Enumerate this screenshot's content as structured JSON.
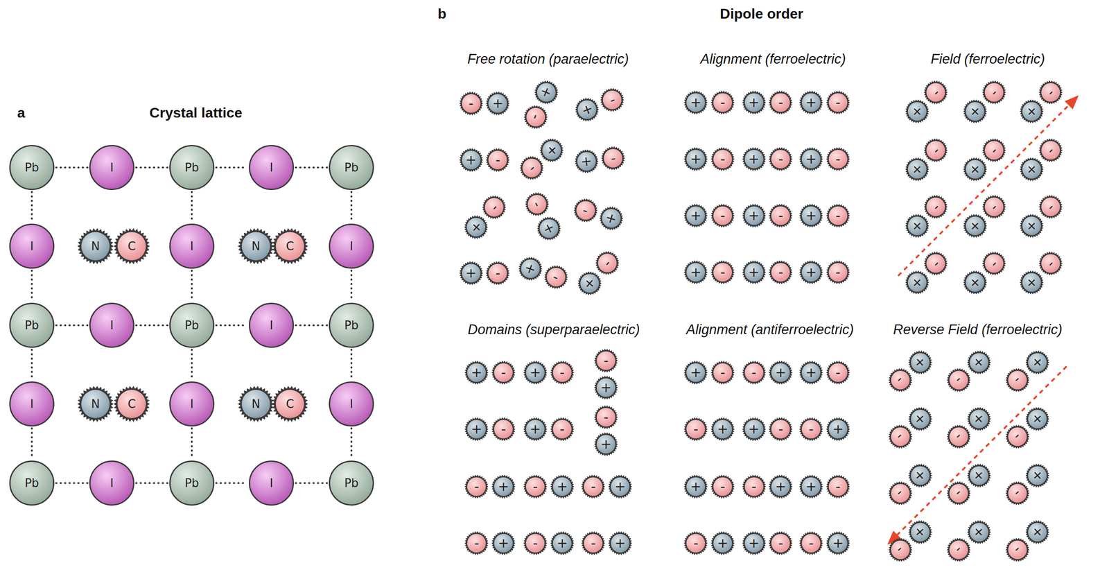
{
  "diagram": {
    "nodes": [
      {
        "text": [
          "Pb"
        ]
      },
      {
        "text": [
          "I"
        ]
      },
      {
        "text": [
          "Pb"
        ]
      },
      {
        "text": [
          "I"
        ]
      },
      {
        "text": [
          "Pb"
        ]
      },
      {
        "text": [
          "I"
        ]
      },
      {
        "text": [
          "N"
        ]
      },
      {
        "text": [
          "C"
        ]
      },
      {
        "text": [
          "I"
        ]
      },
      {
        "text": [
          "N"
        ]
      },
      {
        "text": [
          "C"
        ]
      },
      {
        "text": [
          "I"
        ]
      },
      {
        "text": [
          "Pb"
        ]
      },
      {
        "text": [
          "I"
        ]
      },
      {
        "text": [
          "Pb"
        ]
      },
      {
        "text": [
          "I"
        ]
      },
      {
        "text": [
          "Pb"
        ]
      },
      {
        "text": [
          "I"
        ]
      },
      {
        "text": [
          "N"
        ]
      },
      {
        "text": [
          "C"
        ]
      },
      {
        "text": [
          "I"
        ]
      },
      {
        "text": [
          "N"
        ]
      },
      {
        "text": [
          "C"
        ]
      },
      {
        "text": [
          "I"
        ]
      },
      {
        "text": [
          "Pb"
        ]
      },
      {
        "text": [
          "I"
        ]
      },
      {
        "text": [
          "Pb"
        ]
      },
      {
        "text": [
          "I"
        ]
      },
      {
        "text": [
          "Pb"
        ]
      },
      {
        "text": [
          "-"
        ]
      },
      {
        "text": [
          "+"
        ]
      },
      {
        "text": [
          "+"
        ]
      },
      {
        "text": [
          "-"
        ]
      },
      {
        "text": [
          "+"
        ]
      },
      {
        "text": [
          "-"
        ]
      },
      {
        "text": [
          "+"
        ]
      },
      {
        "text": [
          "-"
        ]
      },
      {
        "text": [
          "-"
        ]
      },
      {
        "text": [
          "+"
        ]
      },
      {
        "text": [
          "+"
        ]
      },
      {
        "text": [
          "-"
        ]
      },
      {
        "text": [
          "+"
        ]
      },
      {
        "text": [
          "-"
        ]
      },
      {
        "text": [
          "-"
        ]
      },
      {
        "text": [
          "+"
        ]
      },
      {
        "text": [
          "-"
        ]
      },
      {
        "text": [
          "+"
        ]
      },
      {
        "text": [
          "+"
        ]
      },
      {
        "text": [
          "-"
        ]
      },
      {
        "text": [
          "+"
        ]
      },
      {
        "text": [
          "-"
        ]
      },
      {
        "text": [
          "+"
        ]
      },
      {
        "text": [
          "-"
        ]
      },
      {
        "text": [
          "+"
        ]
      },
      {
        "text": [
          "-"
        ]
      },
      {
        "text": [
          "+"
        ]
      },
      {
        "text": [
          "-"
        ]
      },
      {
        "text": [
          "+"
        ]
      },
      {
        "text": [
          "-"
        ]
      },
      {
        "text": [
          "+"
        ]
      },
      {
        "text": [
          "-"
        ]
      },
      {
        "text": [
          "+"
        ]
      },
      {
        "text": [
          "-"
        ]
      },
      {
        "text": [
          "+"
        ]
      },
      {
        "text": [
          "-"
        ]
      },
      {
        "text": [
          "+"
        ]
      },
      {
        "text": [
          "-"
        ]
      },
      {
        "text": [
          "+"
        ]
      },
      {
        "text": [
          "-"
        ]
      },
      {
        "text": [
          "+"
        ]
      },
      {
        "text": [
          "-"
        ]
      },
      {
        "text": [
          "+"
        ]
      },
      {
        "text": [
          "-"
        ]
      },
      {
        "text": [
          "+"
        ]
      },
      {
        "text": [
          "-"
        ]
      },
      {
        "text": [
          "+"
        ]
      },
      {
        "text": [
          "-"
        ]
      },
      {
        "text": [
          "+"
        ]
      },
      {
        "text": [
          "-"
        ]
      },
      {
        "text": [
          "+"
        ]
      },
      {
        "text": [
          "-"
        ]
      },
      {
        "text": [
          "+"
        ]
      },
      {
        "text": [
          "-"
        ]
      },
      {
        "text": [
          "+"
        ]
      },
      {
        "text": [
          "-"
        ]
      },
      {
        "text": [
          "+"
        ]
      },
      {
        "text": [
          "-"
        ]
      },
      {
        "text": [
          "+"
        ]
      },
      {
        "text": [
          "-"
        ]
      },
      {
        "text": [
          "+"
        ]
      },
      {
        "text": [
          "-"
        ]
      },
      {
        "text": [
          "+"
        ]
      },
      {
        "text": [
          "-"
        ]
      },
      {
        "text": [
          "+"
        ]
      },
      {
        "text": [
          "-"
        ]
      },
      {
        "text": [
          "+"
        ]
      },
      {
        "text": [
          "-"
        ]
      },
      {
        "text": [
          "+"
        ]
      },
      {
        "text": [
          "-"
        ]
      },
      {
        "text": [
          "+"
        ]
      },
      {
        "text": [
          "-"
        ]
      },
      {
        "text": [
          "+"
        ]
      },
      {
        "text": [
          "-"
        ]
      },
      {
        "text": [
          "+"
        ]
      },
      {
        "text": [
          "-"
        ]
      },
      {
        "text": [
          "-"
        ]
      },
      {
        "text": [
          "+"
        ]
      },
      {
        "text": [
          "+"
        ]
      },
      {
        "text": [
          "-"
        ]
      },
      {
        "text": [
          "+"
        ]
      },
      {
        "text": [
          "-"
        ]
      },
      {
        "text": [
          "-"
        ]
      },
      {
        "text": [
          "+"
        ]
      },
      {
        "text": [
          "-"
        ]
      },
      {
        "text": [
          "+"
        ]
      },
      {
        "text": [
          "-"
        ]
      },
      {
        "text": [
          "+"
        ]
      },
      {
        "text": [
          "-"
        ]
      },
      {
        "text": [
          "+"
        ]
      },
      {
        "text": [
          "-"
        ]
      },
      {
        "text": [
          "+"
        ]
      },
      {
        "text": [
          "-"
        ]
      },
      {
        "text": [
          "+"
        ]
      },
      {
        "text": [
          "-"
        ]
      },
      {
        "text": [
          "+"
        ]
      },
      {
        "text": [
          "+"
        ]
      },
      {
        "text": [
          "-"
        ]
      },
      {
        "text": [
          "-"
        ]
      },
      {
        "text": [
          "+"
        ]
      },
      {
        "text": [
          "+"
        ]
      },
      {
        "text": [
          "-"
        ]
      },
      {
        "text": [
          "-"
        ]
      },
      {
        "text": [
          "+"
        ]
      },
      {
        "text": [
          "+"
        ]
      },
      {
        "text": [
          "-"
        ]
      },
      {
        "text": [
          "-"
        ]
      },
      {
        "text": [
          "+"
        ]
      },
      {
        "text": [
          "+"
        ]
      },
      {
        "text": [
          "-"
        ]
      },
      {
        "text": [
          "-"
        ]
      },
      {
        "text": [
          "+"
        ]
      },
      {
        "text": [
          "+"
        ]
      },
      {
        "text": [
          "-"
        ]
      },
      {
        "text": [
          "-"
        ]
      },
      {
        "text": [
          "+"
        ]
      },
      {
        "text": [
          "+"
        ]
      },
      {
        "text": [
          "-"
        ]
      },
      {
        "text": [
          "-"
        ]
      },
      {
        "text": [
          "+"
        ]
      },
      {
        "text": [
          "+"
        ]
      },
      {
        "text": [
          "-"
        ]
      },
      {
        "text": [
          "+"
        ]
      },
      {
        "text": [
          "-"
        ]
      },
      {
        "text": [
          "+"
        ]
      },
      {
        "text": [
          "-"
        ]
      },
      {
        "text": [
          "+"
        ]
      },
      {
        "text": [
          "-"
        ]
      },
      {
        "text": [
          "+"
        ]
      },
      {
        "text": [
          "-"
        ]
      },
      {
        "text": [
          "+"
        ]
      },
      {
        "text": [
          "-"
        ]
      },
      {
        "text": [
          "+"
        ]
      },
      {
        "text": [
          "-"
        ]
      },
      {
        "text": [
          "+"
        ]
      },
      {
        "text": [
          "-"
        ]
      },
      {
        "text": [
          "+"
        ]
      },
      {
        "text": [
          "-"
        ]
      },
      {
        "text": [
          "+"
        ]
      },
      {
        "text": [
          "-"
        ]
      },
      {
        "text": [
          "+"
        ]
      },
      {
        "text": [
          "-"
        ]
      },
      {
        "text": [
          "+"
        ]
      },
      {
        "text": [
          "-"
        ]
      }
    ],
    "edges": [
      {
        "from": 0,
        "to": 1,
        "arrow": "none"
      },
      {
        "from": 1,
        "to": 2,
        "arrow": "none"
      },
      {
        "from": 2,
        "to": 3,
        "arrow": "none"
      },
      {
        "from": 3,
        "to": 4,
        "arrow": "none"
      },
      {
        "from": 12,
        "to": 13,
        "arrow": "none"
      },
      {
        "from": 13,
        "to": 14,
        "arrow": "none"
      },
      {
        "from": 14,
        "to": 15,
        "arrow": "none"
      },
      {
        "from": 15,
        "to": 16,
        "arrow": "none"
      },
      {
        "from": 24,
        "to": 25,
        "arrow": "none"
      },
      {
        "from": 25,
        "to": 26,
        "arrow": "none"
      },
      {
        "from": 26,
        "to": 27,
        "arrow": "none"
      },
      {
        "from": 27,
        "to": 28,
        "arrow": "none"
      },
      {
        "from": 0,
        "to": 5,
        "arrow": "none"
      },
      {
        "from": 5,
        "to": 12,
        "arrow": "none"
      },
      {
        "from": 12,
        "to": 17,
        "arrow": "none"
      },
      {
        "from": 17,
        "to": 24,
        "arrow": "none"
      },
      {
        "from": 2,
        "to": 8,
        "arrow": "none"
      },
      {
        "from": 8,
        "to": 14,
        "arrow": "none"
      },
      {
        "from": 14,
        "to": 20,
        "arrow": "none"
      },
      {
        "from": 20,
        "to": 26,
        "arrow": "none"
      },
      {
        "from": 4,
        "to": 11,
        "arrow": "none"
      },
      {
        "from": 11,
        "to": 16,
        "arrow": "none"
      },
      {
        "from": 16,
        "to": 23,
        "arrow": "none"
      },
      {
        "from": 23,
        "to": 28,
        "arrow": "none"
      }
    ],
    "labels": [
      "a",
      "Crystal lattice",
      "b",
      "Dipole order",
      "Free rotation (paraelectric)",
      "Alignment (ferroelectric)",
      "Field (ferroelectric)",
      "Domains (superparaelectric)",
      "Alignment (antiferroelectric)",
      "Reverse Field (ferroelectric)"
    ]
  }
}
